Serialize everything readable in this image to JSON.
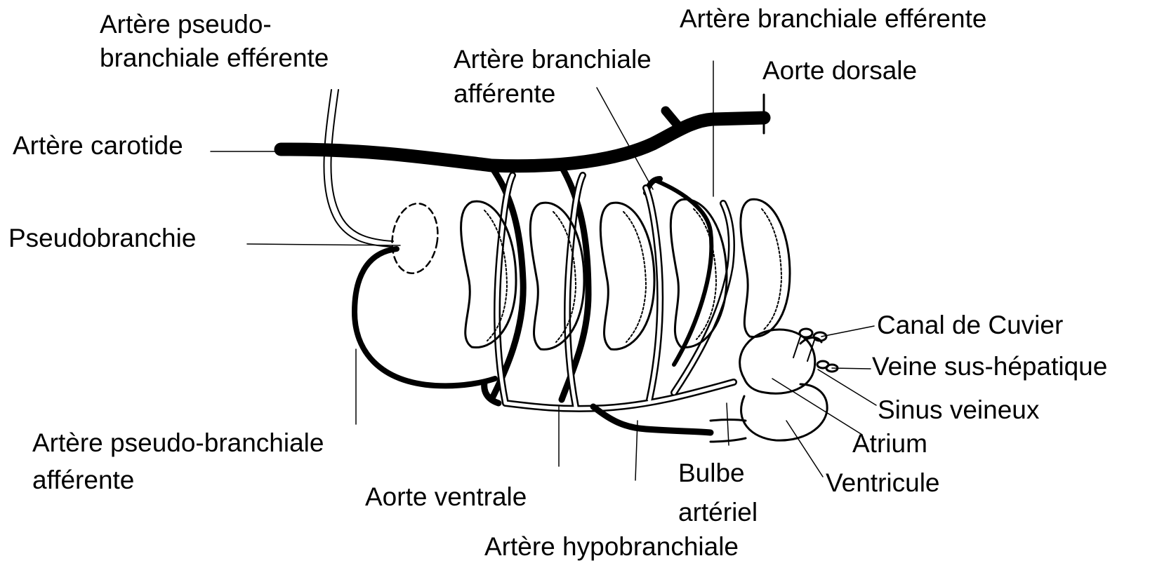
{
  "labels": {
    "pseudo_eff_1": "Artère pseudo-",
    "pseudo_eff_2": "branchiale efférente",
    "branch_eff": "Artère branchiale efférente",
    "branch_aff_1": "Artère branchiale",
    "branch_aff_2": "afférente",
    "aorte_dorsale": "Aorte dorsale",
    "carotide": "Artère carotide",
    "pseudobranchie": "Pseudobranchie",
    "canal_cuvier": "Canal de Cuvier",
    "veine_sus_hepatique": "Veine sus-hépatique",
    "sinus_veineux": "Sinus veineux",
    "atrium": "Atrium",
    "ventricule": "Ventricule",
    "pseudo_aff_1": "Artère pseudo-branchiale",
    "pseudo_aff_2": "afférente",
    "aorte_ventrale": "Aorte ventrale",
    "bulbe_1": "Bulbe",
    "bulbe_2": "artériel",
    "hypobranchiale": "Artère hypobranchiale"
  },
  "colors": {
    "ink": "#000000",
    "paper": "#ffffff"
  }
}
